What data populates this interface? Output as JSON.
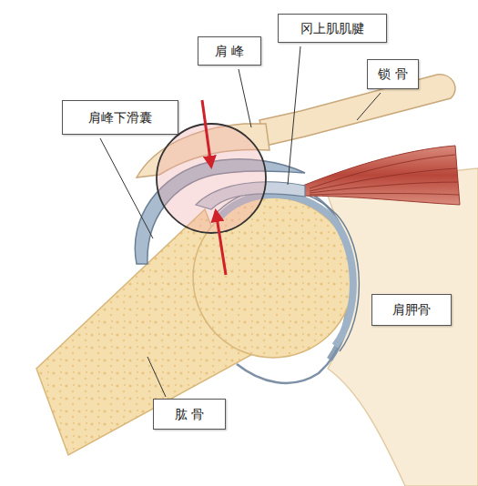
{
  "diagram": {
    "nodes": [
      {
        "text": [
          "肩 峰"
        ]
      },
      {
        "text": [
          "冈上肌肌腱"
        ]
      },
      {
        "text": [
          "锁 骨"
        ]
      },
      {
        "text": [
          "肩峰下滑囊"
        ]
      },
      {
        "text": [
          "肩胛骨"
        ]
      },
      {
        "text": [
          "肱 骨"
        ]
      }
    ]
  }
}
